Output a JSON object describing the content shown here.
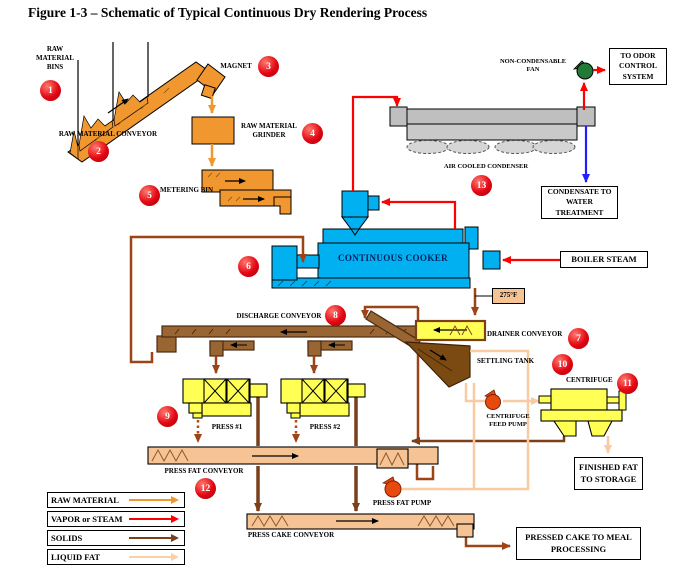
{
  "title": "Figure 1-3 – Schematic of Typical Continuous Dry Rendering Process",
  "labels": {
    "raw_material_bins": "RAW\nMATERIAL\nBINS",
    "raw_material_conveyor": "RAW MATERIAL CONVEYOR",
    "magnet": "MAGNET",
    "raw_material_grinder": "RAW MATERIAL\nGRINDER",
    "metering_bin": "METERING BIN",
    "continuous_cooker": "CONTINUOUS COOKER",
    "non_condensable_fan": "NON-CONDENSABLE\nFAN",
    "air_cooled_condenser": "AIR COOLED CONDENSER",
    "discharge_conveyor": "DISCHARGE CONVEYOR",
    "drainer_conveyor": "DRAINER CONVEYOR",
    "settling_tank": "SETTLING TANK",
    "centrifuge": "CENTRIFUGE",
    "centrifuge_feed_pump": "CENTRIFUGE\nFEED PUMP",
    "press_1": "PRESS #1",
    "press_2": "PRESS #2",
    "press_fat_conveyor": "PRESS FAT CONVEYOR",
    "press_fat_pump": "PRESS FAT PUMP",
    "press_cake_conveyor": "PRESS CAKE CONVEYOR"
  },
  "boxes": {
    "to_odor": "TO ODOR\nCONTROL\nSYSTEM",
    "condensate": "CONDENSATE TO\nWATER\nTREATMENT",
    "boiler_steam": "BOILER STEAM",
    "temperature": "275°F",
    "finished_fat": "FINISHED FAT\nTO STORAGE",
    "pressed_cake": "PRESSED CAKE TO MEAL\nPROCESSING"
  },
  "markers": [
    "1",
    "2",
    "3",
    "4",
    "5",
    "6",
    "7",
    "8",
    "9",
    "10",
    "11",
    "12",
    "13"
  ],
  "legend": {
    "items": [
      {
        "label": "RAW MATERIAL",
        "color": "#F0972F"
      },
      {
        "label": "VAPOR or STEAM",
        "color": "#FF0000"
      },
      {
        "label": "SOLIDS",
        "color": "#7B3F1A"
      },
      {
        "label": "LIQUID FAT",
        "color": "#FBD0A2"
      }
    ]
  },
  "colors": {
    "raw_material": "#F0972F",
    "vapor_steam": "#FF0000",
    "solids": "#9C4317",
    "solids_dark": "#7B3F1A",
    "liquid_fat": "#F9CBA3",
    "cooker_cyan": "#00B0F0",
    "equipment_yellow": "#FFFF54",
    "conveyor_peach": "#F6C395",
    "conveyor_brown": "#996633",
    "condenser_gray": "#BFBFBF",
    "marker_red": "#E30613",
    "condensate_blue": "#1F1FFF",
    "fan_green": "#217A36"
  }
}
